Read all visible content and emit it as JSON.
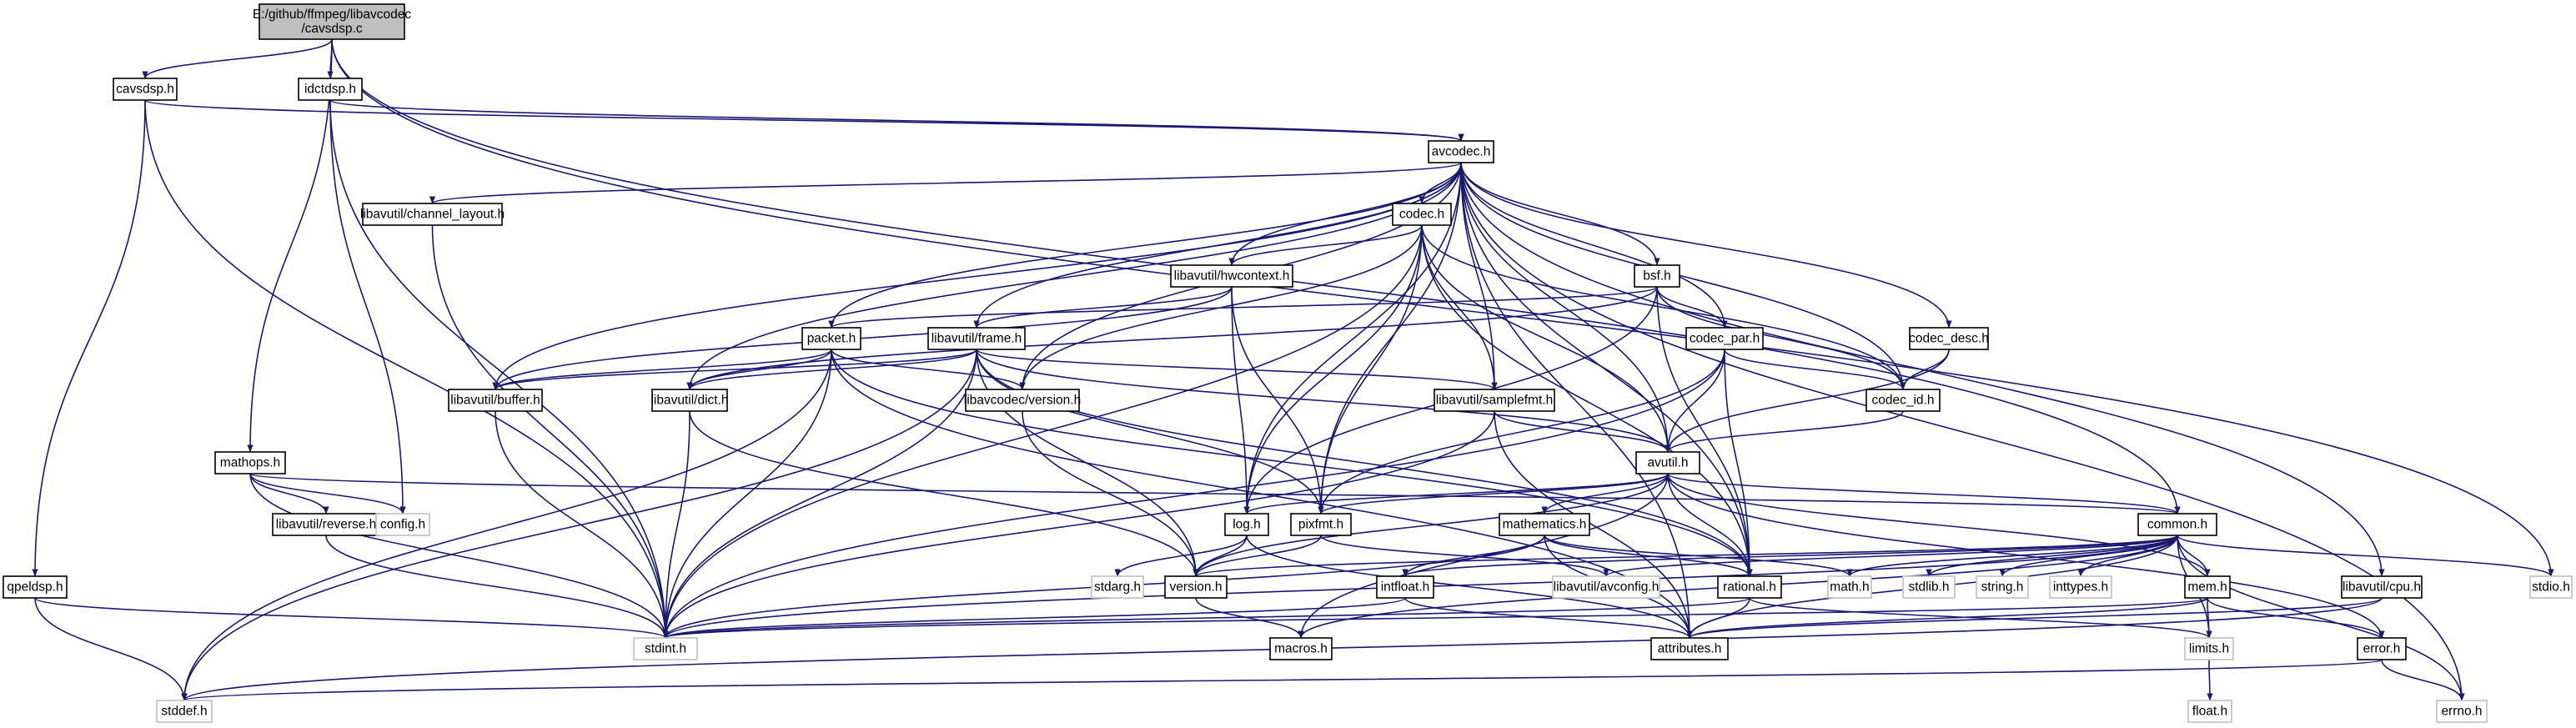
{
  "graph": {
    "title": "",
    "root": "cavsdsp.c",
    "colors": {
      "edge": "#191970",
      "node_border": "#000000",
      "external_border": "#bfbfbf",
      "root_fill": "#bfbfbf",
      "node_fill": "#ffffff"
    },
    "nodes": [
      {
        "id": "root",
        "lines": [
          "E:/github/ffmpeg/libavcodec",
          "/cavsdsp.c"
        ],
        "kind": "root"
      },
      {
        "id": "cavsdsp",
        "lines": [
          "cavsdsp.h"
        ]
      },
      {
        "id": "idctdsp",
        "lines": [
          "idctdsp.h"
        ]
      },
      {
        "id": "avcodec",
        "lines": [
          "avcodec.h"
        ]
      },
      {
        "id": "chlayout",
        "lines": [
          "libavutil/channel_layout.h"
        ]
      },
      {
        "id": "codec",
        "lines": [
          "codec.h"
        ]
      },
      {
        "id": "hwcontext",
        "lines": [
          "libavutil/hwcontext.h"
        ]
      },
      {
        "id": "bsf",
        "lines": [
          "bsf.h"
        ]
      },
      {
        "id": "packet",
        "lines": [
          "packet.h"
        ]
      },
      {
        "id": "frame",
        "lines": [
          "libavutil/frame.h"
        ]
      },
      {
        "id": "codecpar",
        "lines": [
          "codec_par.h"
        ]
      },
      {
        "id": "codecdesc",
        "lines": [
          "codec_desc.h"
        ]
      },
      {
        "id": "buffer",
        "lines": [
          "libavutil/buffer.h"
        ]
      },
      {
        "id": "dict",
        "lines": [
          "libavutil/dict.h"
        ]
      },
      {
        "id": "lcversion",
        "lines": [
          "libavcodec/version.h"
        ]
      },
      {
        "id": "samplefmt",
        "lines": [
          "libavutil/samplefmt.h"
        ]
      },
      {
        "id": "codecid",
        "lines": [
          "codec_id.h"
        ]
      },
      {
        "id": "mathops",
        "lines": [
          "mathops.h"
        ]
      },
      {
        "id": "avutil",
        "lines": [
          "avutil.h"
        ]
      },
      {
        "id": "reverse",
        "lines": [
          "libavutil/reverse.h"
        ]
      },
      {
        "id": "config",
        "lines": [
          "config.h"
        ],
        "kind": "external"
      },
      {
        "id": "log",
        "lines": [
          "log.h"
        ]
      },
      {
        "id": "pixfmt",
        "lines": [
          "pixfmt.h"
        ]
      },
      {
        "id": "mathematics",
        "lines": [
          "mathematics.h"
        ]
      },
      {
        "id": "common",
        "lines": [
          "common.h"
        ]
      },
      {
        "id": "qpeldsp",
        "lines": [
          "qpeldsp.h"
        ]
      },
      {
        "id": "stdarg",
        "lines": [
          "stdarg.h"
        ],
        "kind": "external"
      },
      {
        "id": "version",
        "lines": [
          "version.h"
        ]
      },
      {
        "id": "intfloat",
        "lines": [
          "intfloat.h"
        ]
      },
      {
        "id": "avconfig",
        "lines": [
          "libavutil/avconfig.h"
        ],
        "kind": "external"
      },
      {
        "id": "rational",
        "lines": [
          "rational.h"
        ]
      },
      {
        "id": "math",
        "lines": [
          "math.h"
        ],
        "kind": "external"
      },
      {
        "id": "stdlib",
        "lines": [
          "stdlib.h"
        ],
        "kind": "external"
      },
      {
        "id": "string",
        "lines": [
          "string.h"
        ],
        "kind": "external"
      },
      {
        "id": "inttypes",
        "lines": [
          "inttypes.h"
        ],
        "kind": "external"
      },
      {
        "id": "mem",
        "lines": [
          "mem.h"
        ]
      },
      {
        "id": "cpu",
        "lines": [
          "libavutil/cpu.h"
        ]
      },
      {
        "id": "stdio",
        "lines": [
          "stdio.h"
        ],
        "kind": "external"
      },
      {
        "id": "stdint",
        "lines": [
          "stdint.h"
        ],
        "kind": "external"
      },
      {
        "id": "macros",
        "lines": [
          "macros.h"
        ]
      },
      {
        "id": "attributes",
        "lines": [
          "attributes.h"
        ]
      },
      {
        "id": "limits",
        "lines": [
          "limits.h"
        ],
        "kind": "external"
      },
      {
        "id": "error",
        "lines": [
          "error.h"
        ]
      },
      {
        "id": "stddef",
        "lines": [
          "stddef.h"
        ],
        "kind": "external"
      },
      {
        "id": "float",
        "lines": [
          "float.h"
        ],
        "kind": "external"
      },
      {
        "id": "errno",
        "lines": [
          "errno.h"
        ],
        "kind": "external"
      }
    ],
    "edges": [
      [
        "root",
        "cavsdsp"
      ],
      [
        "root",
        "idctdsp"
      ],
      [
        "root",
        "mathops"
      ],
      [
        "root",
        "common"
      ],
      [
        "root",
        "stdio"
      ],
      [
        "cavsdsp",
        "avcodec"
      ],
      [
        "cavsdsp",
        "qpeldsp"
      ],
      [
        "cavsdsp",
        "stdint"
      ],
      [
        "idctdsp",
        "avcodec"
      ],
      [
        "idctdsp",
        "config"
      ],
      [
        "idctdsp",
        "stdint"
      ],
      [
        "avcodec",
        "chlayout"
      ],
      [
        "avcodec",
        "codec"
      ],
      [
        "avcodec",
        "hwcontext"
      ],
      [
        "avcodec",
        "bsf"
      ],
      [
        "avcodec",
        "packet"
      ],
      [
        "avcodec",
        "frame"
      ],
      [
        "avcodec",
        "codecpar"
      ],
      [
        "avcodec",
        "codecdesc"
      ],
      [
        "avcodec",
        "buffer"
      ],
      [
        "avcodec",
        "dict"
      ],
      [
        "avcodec",
        "lcversion"
      ],
      [
        "avcodec",
        "samplefmt"
      ],
      [
        "avcodec",
        "codecid"
      ],
      [
        "avcodec",
        "avutil"
      ],
      [
        "avcodec",
        "log"
      ],
      [
        "avcodec",
        "pixfmt"
      ],
      [
        "avcodec",
        "rational"
      ],
      [
        "avcodec",
        "attributes"
      ],
      [
        "avcodec",
        "cpu"
      ],
      [
        "avcodec",
        "errno"
      ],
      [
        "chlayout",
        "stdint"
      ],
      [
        "codec",
        "hwcontext"
      ],
      [
        "codec",
        "codecid"
      ],
      [
        "codec",
        "samplefmt"
      ],
      [
        "codec",
        "lcversion"
      ],
      [
        "codec",
        "avutil"
      ],
      [
        "codec",
        "log"
      ],
      [
        "codec",
        "pixfmt"
      ],
      [
        "codec",
        "rational"
      ],
      [
        "codec",
        "stdint"
      ],
      [
        "hwcontext",
        "frame"
      ],
      [
        "hwcontext",
        "buffer"
      ],
      [
        "hwcontext",
        "log"
      ],
      [
        "hwcontext",
        "pixfmt"
      ],
      [
        "bsf",
        "packet"
      ],
      [
        "bsf",
        "codecpar"
      ],
      [
        "bsf",
        "codecid"
      ],
      [
        "bsf",
        "dict"
      ],
      [
        "bsf",
        "log"
      ],
      [
        "bsf",
        "rational"
      ],
      [
        "packet",
        "buffer"
      ],
      [
        "packet",
        "dict"
      ],
      [
        "packet",
        "lcversion"
      ],
      [
        "packet",
        "rational"
      ],
      [
        "packet",
        "stddef"
      ],
      [
        "packet",
        "stdint"
      ],
      [
        "packet",
        "attributes"
      ],
      [
        "frame",
        "buffer"
      ],
      [
        "frame",
        "dict"
      ],
      [
        "frame",
        "samplefmt"
      ],
      [
        "frame",
        "avutil"
      ],
      [
        "frame",
        "pixfmt"
      ],
      [
        "frame",
        "rational"
      ],
      [
        "frame",
        "version"
      ],
      [
        "frame",
        "stdint"
      ],
      [
        "frame",
        "stddef"
      ],
      [
        "codecpar",
        "codecid"
      ],
      [
        "codecpar",
        "avutil"
      ],
      [
        "codecpar",
        "pixfmt"
      ],
      [
        "codecpar",
        "rational"
      ],
      [
        "codecpar",
        "stdint"
      ],
      [
        "codecdesc",
        "codecid"
      ],
      [
        "codecdesc",
        "avutil"
      ],
      [
        "buffer",
        "stdint"
      ],
      [
        "dict",
        "stdint"
      ],
      [
        "dict",
        "version"
      ],
      [
        "lcversion",
        "version"
      ],
      [
        "samplefmt",
        "avutil"
      ],
      [
        "samplefmt",
        "attributes"
      ],
      [
        "samplefmt",
        "stdint"
      ],
      [
        "codecid",
        "avutil"
      ],
      [
        "mathops",
        "config"
      ],
      [
        "mathops",
        "reverse"
      ],
      [
        "mathops",
        "common"
      ],
      [
        "mathops",
        "stdint"
      ],
      [
        "reverse",
        "stdint"
      ],
      [
        "avutil",
        "common"
      ],
      [
        "avutil",
        "error"
      ],
      [
        "avutil",
        "version"
      ],
      [
        "avutil",
        "mathematics"
      ],
      [
        "avutil",
        "rational"
      ],
      [
        "avutil",
        "log"
      ],
      [
        "avutil",
        "pixfmt"
      ],
      [
        "avutil",
        "macros"
      ],
      [
        "common",
        "errno"
      ],
      [
        "common",
        "inttypes"
      ],
      [
        "common",
        "limits"
      ],
      [
        "common",
        "math"
      ],
      [
        "common",
        "stdint"
      ],
      [
        "common",
        "stdio"
      ],
      [
        "common",
        "stdlib"
      ],
      [
        "common",
        "string"
      ],
      [
        "common",
        "attributes"
      ],
      [
        "common",
        "macros"
      ],
      [
        "common",
        "version"
      ],
      [
        "common",
        "avconfig"
      ],
      [
        "common",
        "mem"
      ],
      [
        "common",
        "intfloat"
      ],
      [
        "log",
        "stdarg"
      ],
      [
        "log",
        "attributes"
      ],
      [
        "log",
        "version"
      ],
      [
        "pixfmt",
        "avconfig"
      ],
      [
        "pixfmt",
        "version"
      ],
      [
        "mathematics",
        "stdint"
      ],
      [
        "mathematics",
        "math"
      ],
      [
        "mathematics",
        "attributes"
      ],
      [
        "mathematics",
        "rational"
      ],
      [
        "mathematics",
        "intfloat"
      ],
      [
        "version",
        "macros"
      ],
      [
        "intfloat",
        "stdint"
      ],
      [
        "intfloat",
        "attributes"
      ],
      [
        "rational",
        "stdint"
      ],
      [
        "rational",
        "limits"
      ],
      [
        "rational",
        "attributes"
      ],
      [
        "mem",
        "limits"
      ],
      [
        "mem",
        "stdint"
      ],
      [
        "mem",
        "attributes"
      ],
      [
        "mem",
        "error"
      ],
      [
        "mem",
        "avutil"
      ],
      [
        "cpu",
        "attributes"
      ],
      [
        "cpu",
        "stddef"
      ],
      [
        "qpeldsp",
        "stdint"
      ],
      [
        "qpeldsp",
        "stddef"
      ],
      [
        "error",
        "errno"
      ],
      [
        "error",
        "stddef"
      ],
      [
        "limits",
        "float"
      ]
    ]
  }
}
